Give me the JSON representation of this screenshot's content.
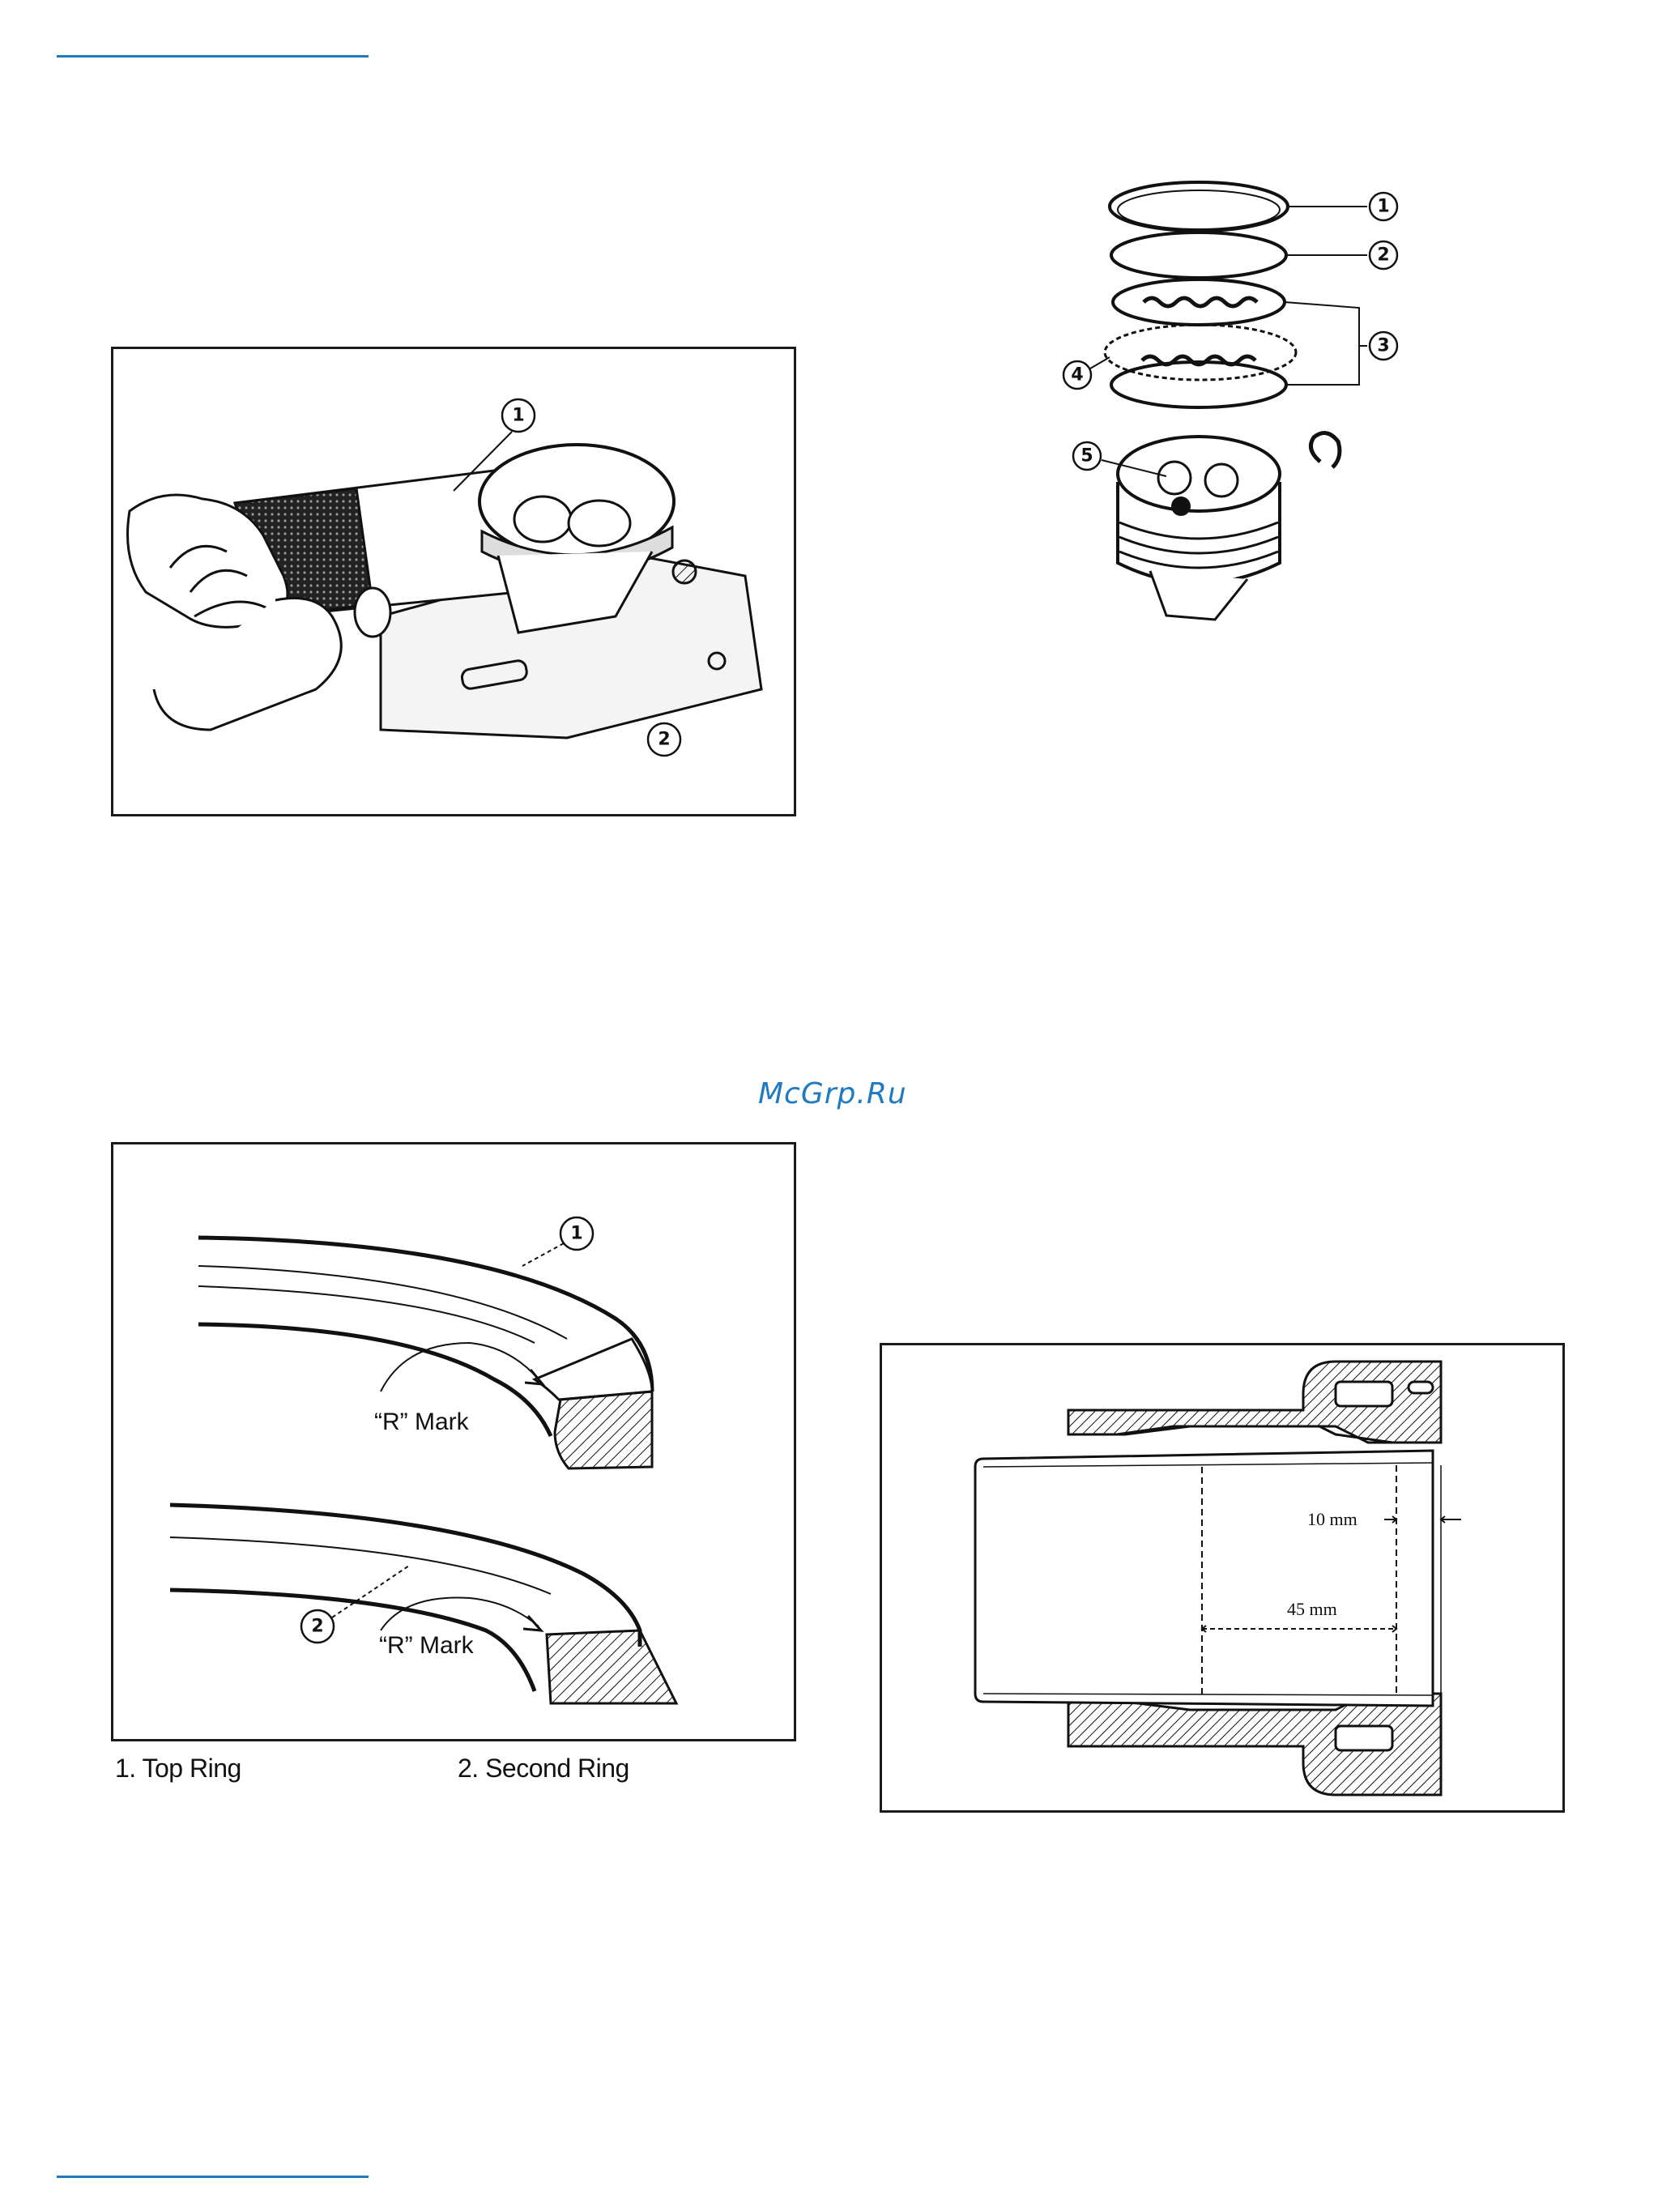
{
  "watermark": "McGrp.Ru",
  "fig_piston_install": {
    "callout_1": "1",
    "callout_2": "2"
  },
  "fig_ring_set": {
    "callout_1": "1",
    "callout_2": "2",
    "callout_3": "3",
    "callout_4": "4",
    "callout_5": "5"
  },
  "fig_ring_marks": {
    "callout_1": "1",
    "callout_2": "2",
    "mark_label_1": "“R” Mark",
    "mark_label_2": "“R” Mark",
    "caption_1": "1. Top Ring",
    "caption_2": "2. Second Ring"
  },
  "fig_cylinder": {
    "dim_top": "10 mm",
    "dim_bottom": "45 mm"
  }
}
